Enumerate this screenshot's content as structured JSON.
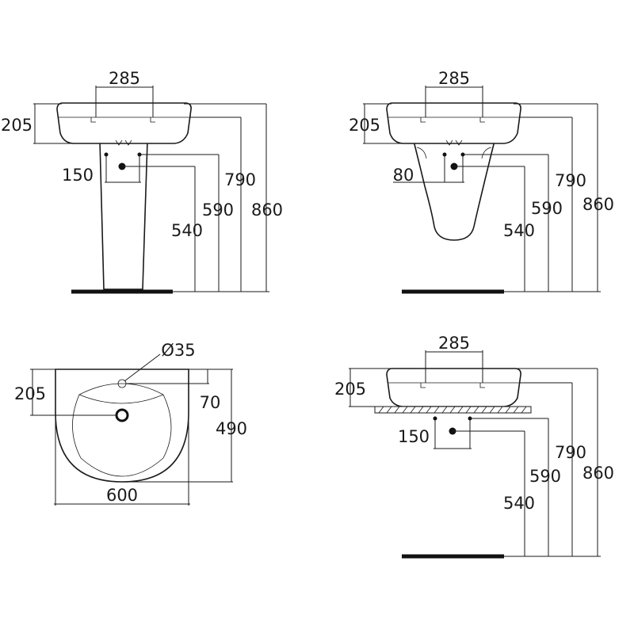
{
  "views": {
    "pedestal_front": {
      "tap_spacing": "285",
      "basin_depth": "205",
      "waste_spacing": "150",
      "height_540": "540",
      "height_590": "590",
      "height_790": "790",
      "height_860": "860"
    },
    "semi_pedestal_front": {
      "tap_spacing": "285",
      "basin_depth": "205",
      "waste_spacing": "80",
      "height_540": "540",
      "height_590": "590",
      "height_790": "790",
      "height_860": "860"
    },
    "top_view": {
      "tap_hole_diameter": "Ø35",
      "depth_205": "205",
      "offset_70": "70",
      "depth_490": "490",
      "width_600": "600"
    },
    "wall_hung_front": {
      "tap_spacing": "285",
      "basin_depth": "205",
      "waste_spacing": "150",
      "height_540": "540",
      "height_590": "590",
      "height_790": "790",
      "height_860": "860"
    }
  }
}
